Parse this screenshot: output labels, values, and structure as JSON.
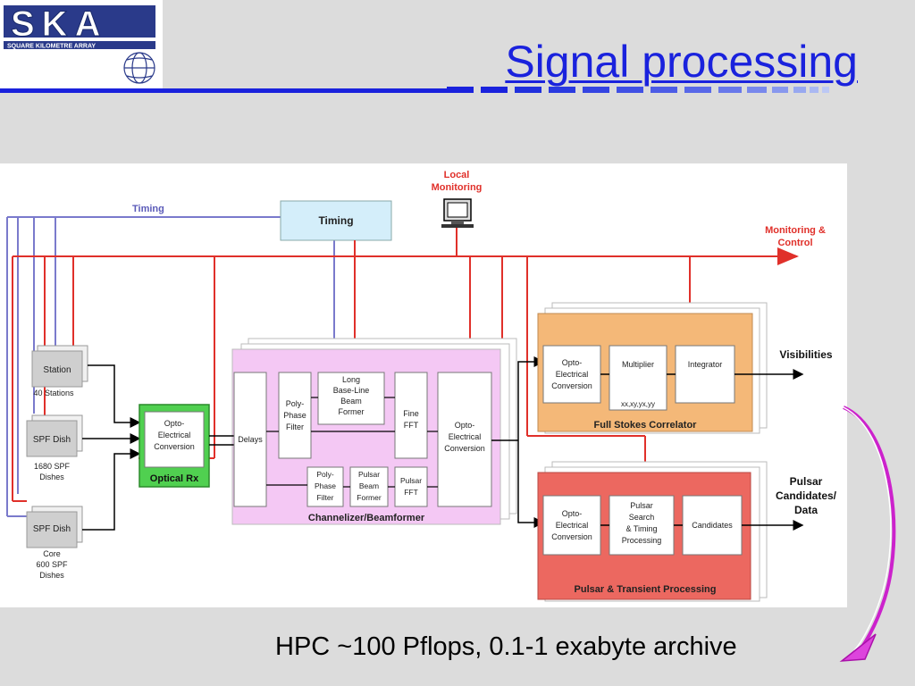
{
  "slide": {
    "title": "Signal processing",
    "footer": "HPC ~100 Pflops, 0.1-1 exabyte archive"
  },
  "logo": {
    "text": "SKA",
    "subtitle": "SQUARE KILOMETRE ARRAY",
    "icon": "globe-icon"
  },
  "diagram": {
    "timing_label": "Timing",
    "timing_box": "Timing",
    "local_monitoring": [
      "Local",
      "Monitoring"
    ],
    "monitoring_control": [
      "Monitoring &",
      "Control"
    ],
    "station": "Station",
    "stations_count": "40 Stations",
    "spf_dish_1": "SPF Dish",
    "spf_dishes_1": [
      "1680 SPF",
      "Dishes"
    ],
    "spf_dish_2": "SPF Dish",
    "core_dishes": [
      "Core",
      "600 SPF",
      "Dishes"
    ],
    "optical_rx_inner": [
      "Opto-",
      "Electrical",
      "Conversion"
    ],
    "optical_rx": "Optical Rx",
    "delays": "Delays",
    "polyphase_filter_1": [
      "Poly-",
      "Phase",
      "Filter"
    ],
    "long_baseline": [
      "Long",
      "Base-Line",
      "Beam",
      "Former"
    ],
    "fine_fft": [
      "Fine",
      "FFT"
    ],
    "opto_conv_cb": [
      "Opto-",
      "Electrical",
      "Conversion"
    ],
    "polyphase_filter_2": [
      "Poly-",
      "Phase",
      "Filter"
    ],
    "pulsar_beam_former": [
      "Pulsar",
      "Beam",
      "Former"
    ],
    "pulsar_fft": [
      "Pulsar",
      "FFT"
    ],
    "channelizer": "Channelizer/Beamformer",
    "fsc_opto": [
      "Opto-",
      "Electrical",
      "Conversion"
    ],
    "multiplier": "Multiplier",
    "xx_label": "xx,xy,yx,yy",
    "integrator": "Integrator",
    "full_stokes": "Full Stokes Correlator",
    "visibilities": "Visibilities",
    "ptp_opto": [
      "Opto-",
      "Electrical",
      "Conversion"
    ],
    "pulsar_search": [
      "Pulsar",
      "Search",
      "& Timing",
      "Processing"
    ],
    "candidates": "Candidates",
    "pulsar_transient": "Pulsar & Transient Processing",
    "pulsar_candidates": [
      "Pulsar",
      "Candidates/",
      "Data"
    ],
    "monitor_icon": "monitor-icon"
  },
  "colors": {
    "title_blue": "#1a22dd",
    "control_red": "#e0302a",
    "timing_blue": "#7a7acc",
    "channelizer_pink": "#f4c8f4",
    "correlator_orange": "#f4b878",
    "pulsar_red": "#ec6860",
    "optical_green": "#50d050",
    "arrow_magenta": "#cc22cc"
  }
}
